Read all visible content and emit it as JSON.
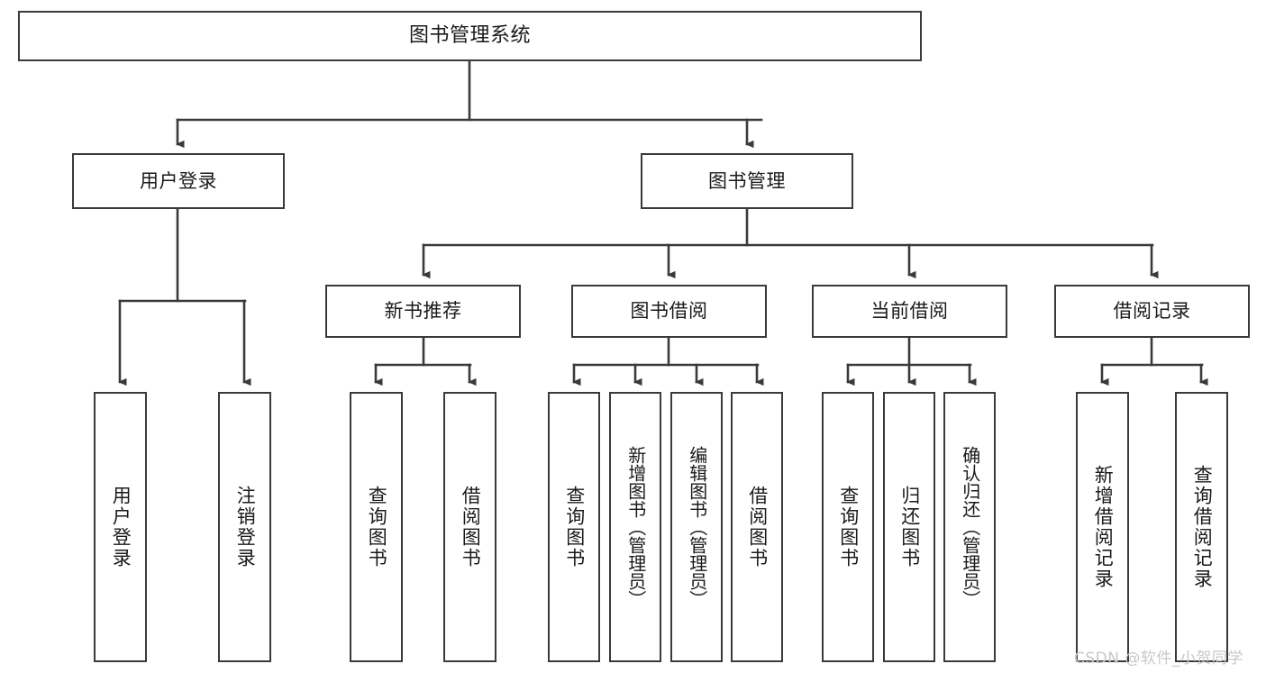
{
  "diagram": {
    "type": "tree",
    "title": "图书管理系统",
    "orientation": "top-down",
    "root": {
      "id": "root",
      "label": "图书管理系统"
    },
    "level2": [
      {
        "id": "user-login",
        "label": "用户登录"
      },
      {
        "id": "book-manage",
        "label": "图书管理"
      }
    ],
    "level3": [
      {
        "id": "new-book-rec",
        "label": "新书推荐",
        "parent": "book-manage"
      },
      {
        "id": "book-borrow",
        "label": "图书借阅",
        "parent": "book-manage"
      },
      {
        "id": "current-borrow",
        "label": "当前借阅",
        "parent": "book-manage"
      },
      {
        "id": "borrow-record",
        "label": "借阅记录",
        "parent": "book-manage"
      }
    ],
    "leaves": [
      {
        "id": "leaf-user-login",
        "label": "用户登录",
        "parent": "user-login"
      },
      {
        "id": "leaf-logout",
        "label": "注销登录",
        "parent": "user-login"
      },
      {
        "id": "leaf-query-book-1",
        "label": "查询图书",
        "parent": "new-book-rec"
      },
      {
        "id": "leaf-borrow-book-1",
        "label": "借阅图书",
        "parent": "new-book-rec"
      },
      {
        "id": "leaf-query-book-2",
        "label": "查询图书",
        "parent": "book-borrow"
      },
      {
        "id": "leaf-add-book",
        "label": "新增图书（管理员）",
        "parent": "book-borrow"
      },
      {
        "id": "leaf-edit-book",
        "label": "编辑图书（管理员）",
        "parent": "book-borrow"
      },
      {
        "id": "leaf-borrow-book-2",
        "label": "借阅图书",
        "parent": "book-borrow"
      },
      {
        "id": "leaf-query-book-3",
        "label": "查询图书",
        "parent": "current-borrow"
      },
      {
        "id": "leaf-return-book",
        "label": "归还图书",
        "parent": "current-borrow"
      },
      {
        "id": "leaf-confirm-return",
        "label": "确认归还（管理员）",
        "parent": "current-borrow"
      },
      {
        "id": "leaf-add-record",
        "label": "新增借阅记录",
        "parent": "borrow-record"
      },
      {
        "id": "leaf-query-record",
        "label": "查询借阅记录",
        "parent": "borrow-record"
      }
    ],
    "colors": {
      "box_border": "#3a3a3a",
      "box_fill": "#ffffff",
      "connector": "#3a3a3a",
      "text": "#1a1a1a",
      "watermark": "#c8c8c8"
    }
  },
  "watermark": {
    "text": "CSDN @软件_小贺同学"
  }
}
